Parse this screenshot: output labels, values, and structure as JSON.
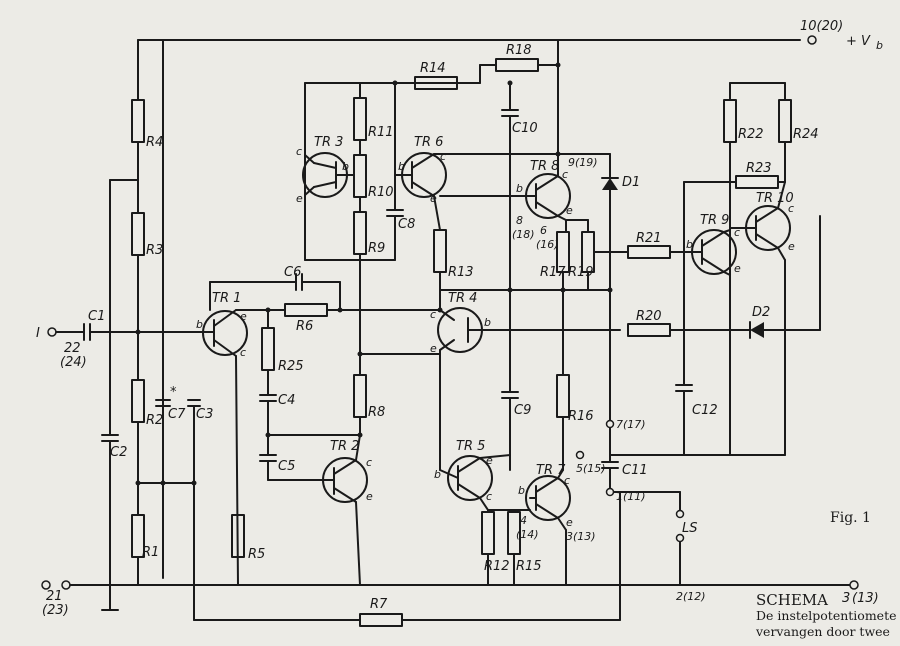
{
  "labels": {
    "supply": "10(20)",
    "vb": "+ V",
    "vb_sub": "b",
    "input_I": "I",
    "input_pin": "22",
    "input_pin_alt": "(24)",
    "gnd_pin": "21",
    "gnd_pin_alt": "(23)",
    "out_pin": "3",
    "out_pin_alt": "(13)",
    "pin_2": "2(12)",
    "pin_1": "1(11)",
    "pin_5": "5(15)",
    "pin_7": "7(17)",
    "pin_3": "3(13)",
    "pin_4": "4",
    "pin_4_alt": "(14)",
    "pin_6": "6",
    "pin_6_alt": "(16)",
    "pin_8": "8",
    "pin_8_alt": "(18)",
    "pin_9": "9(19)",
    "star": "*",
    "b": "b",
    "c": "c",
    "e": "e",
    "TR1": "TR 1",
    "TR2": "TR 2",
    "TR3": "TR 3",
    "TR4": "TR 4",
    "TR5": "TR 5",
    "TR6": "TR 6",
    "TR7": "TR 7",
    "TR8": "TR 8",
    "TR9": "TR 9",
    "TR10": "TR 10",
    "R1": "R1",
    "R2": "R2",
    "R3": "R3",
    "R4": "R4",
    "R5": "R5",
    "R6": "R6",
    "R7": "R7",
    "R8": "R8",
    "R9": "R9",
    "R10": "R10",
    "R11": "R11",
    "R12": "R12",
    "R13": "R13",
    "R14": "R14",
    "R15": "R15",
    "R16": "R16",
    "R17": "R17",
    "R18": "R18",
    "R19": "R19",
    "R20": "R20",
    "R21": "R21",
    "R22": "R22",
    "R23": "R23",
    "R24": "R24",
    "R25": "R25",
    "C1": "C1",
    "C2": "C2",
    "C3": "C3",
    "C4": "C4",
    "C5": "C5",
    "C6": "C6",
    "C7": "C7",
    "C8": "C8",
    "C9": "C9",
    "C10": "C10",
    "C11": "C11",
    "C12": "C12",
    "D1": "D1",
    "D2": "D2",
    "LS": "LS"
  },
  "figure_label": "Fig. 1",
  "caption": {
    "title": "SCHEMA",
    "line1": "De instelpotentiomete",
    "line2": "vervangen door twee"
  }
}
